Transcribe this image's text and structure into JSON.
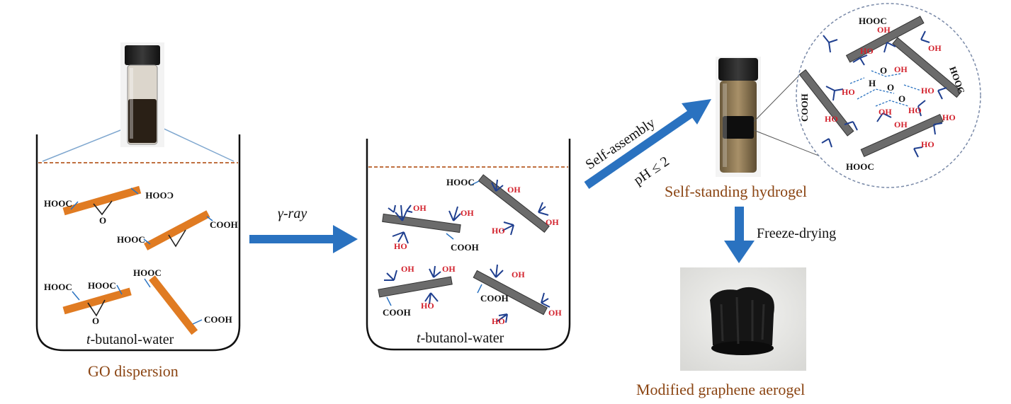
{
  "labels": {
    "beaker1_solvent_prefix": "t",
    "beaker1_solvent_rest": "-butanol-water",
    "beaker2_solvent_prefix": "t",
    "beaker2_solvent_rest": "-butanol-water",
    "go_dispersion": "GO dispersion",
    "gamma_ray": "γ-ray",
    "self_assembly": "Self-assembly",
    "ph_condition": "pH ≤ 2",
    "hydrogel": "Self-standing hydrogel",
    "freeze_drying": "Freeze-drying",
    "aerogel": "Modified graphene aerogel"
  },
  "groups": {
    "hooc": "HOOC",
    "cooh": "COOH",
    "epoxy_o": "O",
    "hydroxyl": "OH",
    "hydroxyl_rev": "HO",
    "h_atom": "H",
    "o_atom": "O"
  },
  "colors": {
    "go_sheet": "#e07b22",
    "rgo_sheet": "#6b6b6b",
    "arrow": "#2a72c0",
    "caption": "#8b4513",
    "polymer": "#1f3f8f",
    "hydroxyl": "#d21f2a",
    "dashed_line": "#c07040"
  }
}
